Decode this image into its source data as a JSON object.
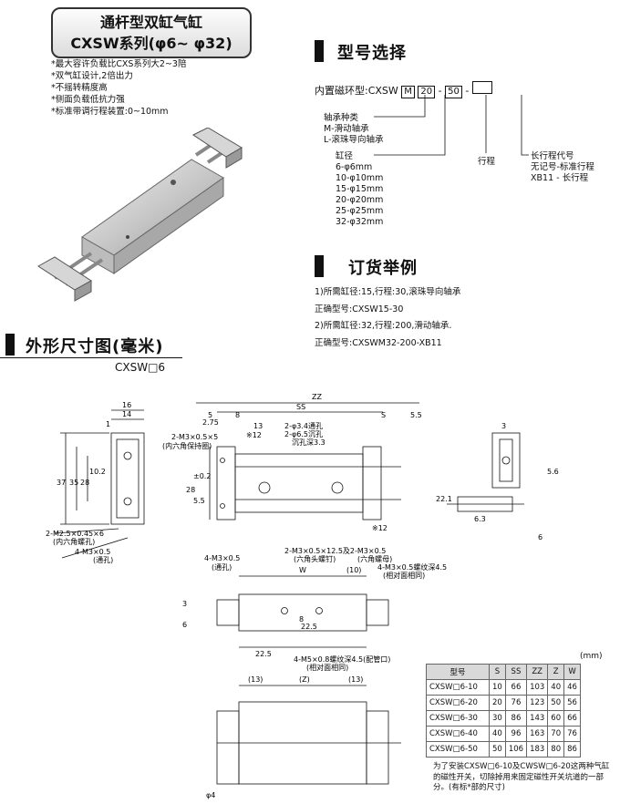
{
  "header": {
    "title_line1": "通杆型双缸气缸",
    "title_line2": "CXSW系列(φ6~ φ32)"
  },
  "features": [
    "*最大容许负载比CXS系列大2~3陪",
    "*双气缸设计,2倍出力",
    "*不摇转精度高",
    "*侧面负载低抗力强",
    "*标准带调行程装置:0~10mm"
  ],
  "model_select": {
    "section_title": "型号选择",
    "label": "内置磁环型:CXSW",
    "code_box1": "M",
    "code_box2": "20",
    "code_dash1": "-",
    "code_box3": "50",
    "code_dash2": "-",
    "bearing_title": "轴承种类",
    "bearing_m": "M-滑动轴承",
    "bearing_l": "L-滚珠导向轴承",
    "bore_title": "缸径",
    "bores": [
      "6-φ6mm",
      "10-φ10mm",
      "15-φ15mm",
      "20-φ20mm",
      "25-φ25mm",
      "32-φ32mm"
    ],
    "stroke_label": "行程",
    "long_stroke_title": "长行程代号",
    "long_stroke_none": "无记号-标准行程",
    "long_stroke_xb11": "XB11 - 长行程"
  },
  "order_example": {
    "section_title": "订货举例",
    "lines": [
      "1)所需缸径:15,行程:30,滚珠导向轴承",
      "正确型号:CXSW15-30",
      "2)所需缸径:32,行程:200,滑动轴承.",
      "正确型号:CXSWM32-200-XB11"
    ]
  },
  "dimensions": {
    "section_title": "外形尺寸图(毫米)",
    "model": "CXSW□6"
  },
  "drawing_labels": {
    "d16": "16",
    "d14": "14",
    "d1": "1",
    "d37": "37",
    "d35": "35",
    "d28": "28",
    "d10_2": "10.2",
    "m25": "2-M2.5×0.45×6",
    "m25_note": "(内六角螺孔)",
    "m3_top": "4-M3×0.5",
    "thru": "(通孔)",
    "zz": "ZZ",
    "ss": "SS",
    "s": "S",
    "d5": "5",
    "d55": "5.5",
    "d8": "8",
    "d275": "2.75",
    "d13": "13",
    "x12": "※12",
    "m3_hex": "2-M3×0.5×5",
    "hex_note": "(内六角保持圈)",
    "h34": "2-φ3.4通孔",
    "h65": "2-φ6.5沉孔",
    "sink": "沉孔深3.3",
    "d10": "±0.2",
    "d5_5": "5.5",
    "d28b": "28",
    "m3_12": "2-M3×0.5×12.5及2-M3×0.5",
    "hex_hole": "(六角头螺钉)",
    "hex_hole2": "(六角螺母)",
    "m3_thru": "4-M3×0.5",
    "thru2": "(通孔)",
    "x12b": "※12",
    "d3": "3",
    "d56": "5.6",
    "d221": "22.1",
    "d63": "6.3",
    "d6": "6",
    "w": "W",
    "p10": "(10)",
    "m3_side": "4-M3×0.5螺纹深4.5",
    "same": "(相对面相同)",
    "d3b": "3",
    "d6b": "6",
    "d8b": "8",
    "d225": "22.5",
    "d225b": "22.5",
    "m5": "4-M5×0.8螺纹深4.5(配管口)",
    "same2": "(相对面相同)",
    "p13": "(13)",
    "pz": "(Z)",
    "p13b": "(13)",
    "phi4": "φ4"
  },
  "spec_table": {
    "unit": "(mm)",
    "headers": [
      "型号",
      "S",
      "SS",
      "ZZ",
      "Z",
      "W"
    ],
    "rows": [
      [
        "CXSW□6-10",
        "10",
        "66",
        "103",
        "40",
        "46"
      ],
      [
        "CXSW□6-20",
        "20",
        "76",
        "123",
        "50",
        "56"
      ],
      [
        "CXSW□6-30",
        "30",
        "86",
        "143",
        "60",
        "66"
      ],
      [
        "CXSW□6-40",
        "40",
        "96",
        "163",
        "70",
        "76"
      ],
      [
        "CXSW□6-50",
        "50",
        "106",
        "183",
        "80",
        "86"
      ]
    ]
  },
  "note": "为了安装CXSW□6-10及CWSW□6-20这两种气缸的磁性开关，切除掉用来固定磁性开关坑道的一部分。(有标*部的尺寸)"
}
